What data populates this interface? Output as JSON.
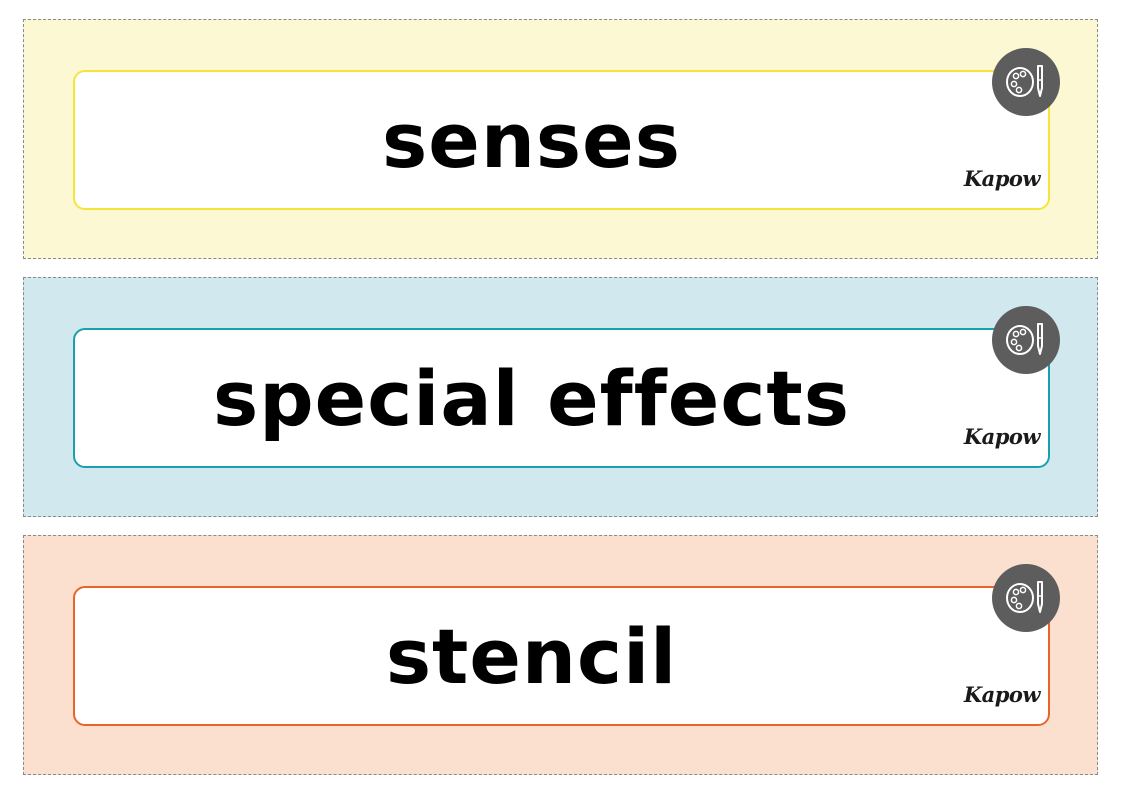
{
  "cards": [
    {
      "word": "senses",
      "brand": "Kapow",
      "strip_color": "#fbf8d3",
      "border_color": "#f4e53a"
    },
    {
      "word": "special effects",
      "brand": "Kapow",
      "strip_color": "#d1e8ee",
      "border_color": "#1aa0ad"
    },
    {
      "word": "stencil",
      "brand": "Kapow",
      "strip_color": "#fbdfcf",
      "border_color": "#e8652a"
    }
  ],
  "badge": {
    "icon": "art-palette-icon",
    "background": "#5d5d5d"
  }
}
